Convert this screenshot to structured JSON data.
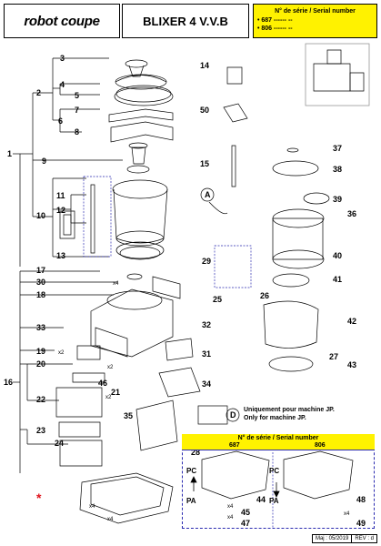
{
  "header": {
    "logo": "robot coupe",
    "model": "BLIXER 4 V.V.B",
    "serial_heading": "N° de série / Serial number",
    "serial_line1": "• 687 ------  --",
    "serial_line2": "• 806 ------  --"
  },
  "note": {
    "line1": "Uniquement pour machine JP.",
    "line2": "Only for machine JP."
  },
  "legend": {
    "title": "N° de série / Serial number",
    "col1": "687",
    "col2": "806",
    "pc": "PC",
    "pa": "PA"
  },
  "footer": {
    "date": "Maj : 05/2019",
    "rev": "REV : d"
  },
  "part_numbers": [
    "1",
    "2",
    "3",
    "4",
    "5",
    "6",
    "7",
    "8",
    "9",
    "10",
    "11",
    "12",
    "13",
    "14",
    "15",
    "16",
    "17",
    "18",
    "19",
    "20",
    "21",
    "22",
    "23",
    "24",
    "25",
    "26",
    "27",
    "28",
    "29",
    "30",
    "31",
    "32",
    "33",
    "34",
    "35",
    "36",
    "37",
    "38",
    "39",
    "40",
    "41",
    "42",
    "43",
    "44",
    "45",
    "46",
    "47",
    "48",
    "49",
    "50",
    "A",
    "D"
  ],
  "qty_marks": [
    "x4",
    "x2",
    "x2",
    "x2",
    "x4",
    "x4",
    "x4",
    "x4",
    "x4"
  ],
  "colors": {
    "accent_yellow": "#fff200",
    "dashed_blue": "#2a2ab0",
    "asterisk_red": "#e0141e"
  }
}
